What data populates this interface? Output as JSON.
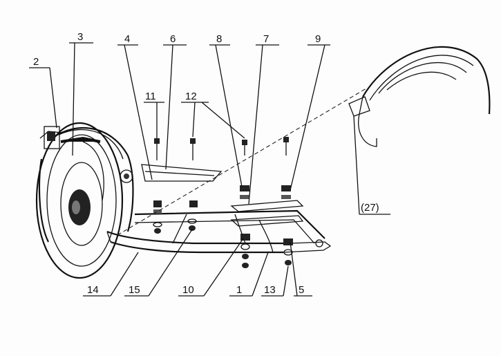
{
  "callouts": [
    {
      "id": "2",
      "text": "2"
    },
    {
      "id": "3",
      "text": "3"
    },
    {
      "id": "4",
      "text": "4"
    },
    {
      "id": "6",
      "text": "6"
    },
    {
      "id": "8",
      "text": "8"
    },
    {
      "id": "7",
      "text": "7"
    },
    {
      "id": "9",
      "text": "9"
    },
    {
      "id": "11",
      "text": "11"
    },
    {
      "id": "12",
      "text": "12"
    },
    {
      "id": "27",
      "text": "(27)"
    },
    {
      "id": "14",
      "text": "14"
    },
    {
      "id": "15",
      "text": "15"
    },
    {
      "id": "10",
      "text": "10"
    },
    {
      "id": "1",
      "text": "1"
    },
    {
      "id": "13",
      "text": "13"
    },
    {
      "id": "5",
      "text": "5"
    }
  ]
}
